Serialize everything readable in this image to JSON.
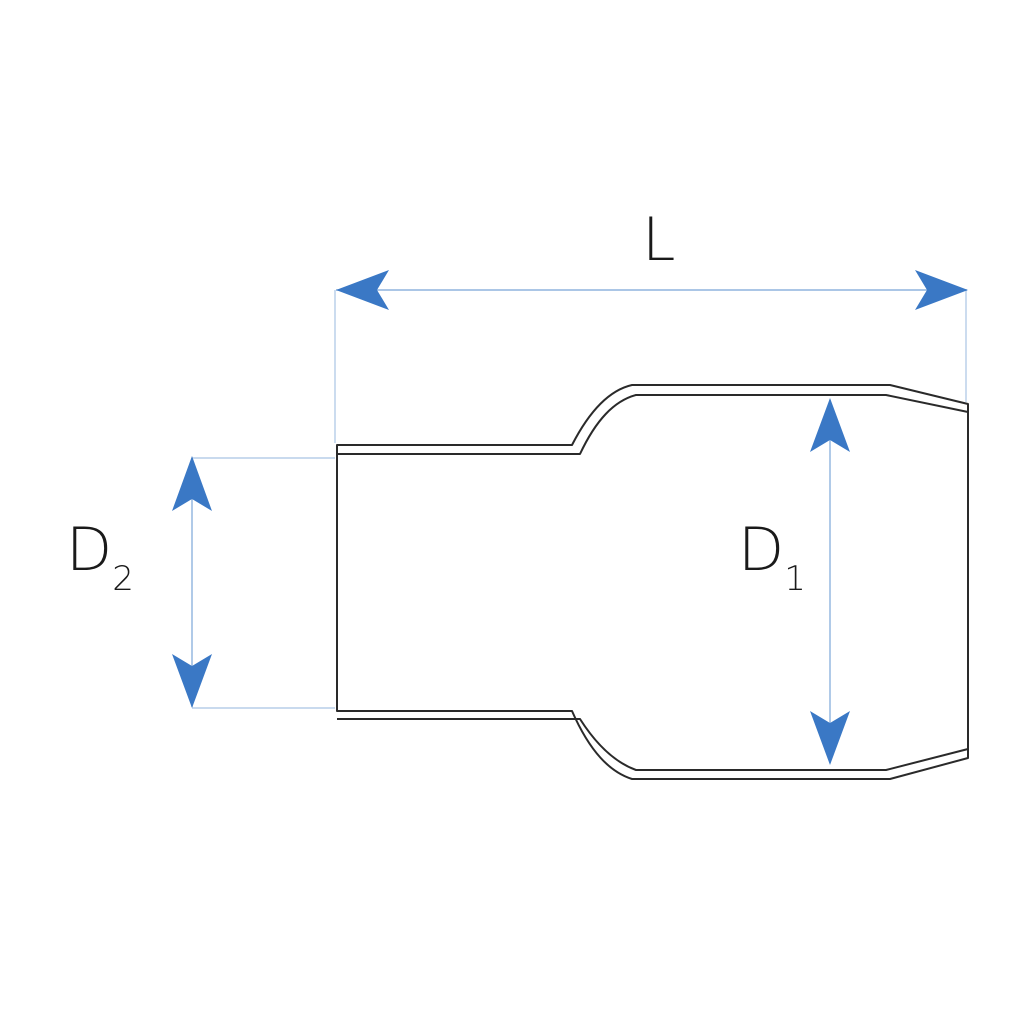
{
  "labels": {
    "length": "L",
    "d1_letter": "D",
    "d1_sub": "1",
    "d2_letter": "D",
    "d2_sub": "2"
  },
  "colors": {
    "arrow": "#3a78c5",
    "dimension_line": "#8fb3de",
    "extension_line": "#a9c4e4",
    "outline": "#2a2a2a",
    "text": "#1a1a1a"
  }
}
